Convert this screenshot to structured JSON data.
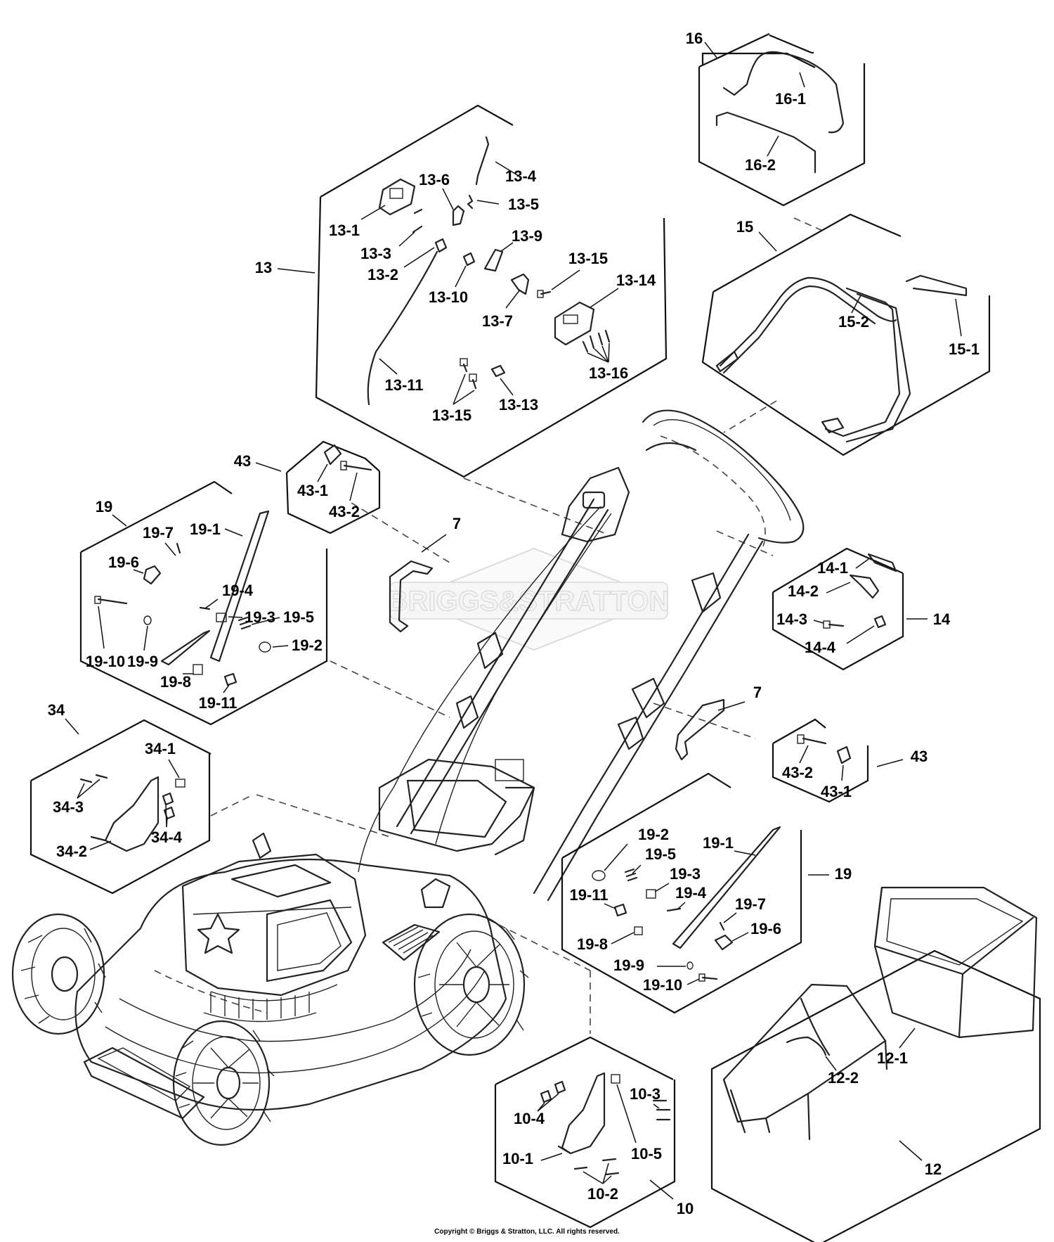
{
  "watermark": "BRIGGS&STRATTON",
  "copyright": "Copyright © Briggs & Stratton, LLC. All rights reserved.",
  "callouts": {
    "c16": "16",
    "c16_1": "16-1",
    "c16_2": "16-2",
    "c15": "15",
    "c15_1": "15-1",
    "c15_2": "15-2",
    "c13": "13",
    "c13_1": "13-1",
    "c13_2": "13-2",
    "c13_3": "13-3",
    "c13_4": "13-4",
    "c13_5": "13-5",
    "c13_6": "13-6",
    "c13_7": "13-7",
    "c13_9": "13-9",
    "c13_10": "13-10",
    "c13_11": "13-11",
    "c13_13": "13-13",
    "c13_14": "13-14",
    "c13_15a": "13-15",
    "c13_15b": "13-15",
    "c13_16": "13-16",
    "c43a": "43",
    "c43_1a": "43-1",
    "c43_2a": "43-2",
    "c43b": "43",
    "c43_1b": "43-1",
    "c43_2b": "43-2",
    "c7a": "7",
    "c7b": "7",
    "c19a": "19",
    "c19_1a": "19-1",
    "c19_2a": "19-2",
    "c19_3a": "19-3",
    "c19_4a": "19-4",
    "c19_5a": "19-5",
    "c19_6a": "19-6",
    "c19_7a": "19-7",
    "c19_8a": "19-8",
    "c19_9a": "19-9",
    "c19_10a": "19-10",
    "c19_11a": "19-11",
    "c19b": "19",
    "c19_1b": "19-1",
    "c19_2b": "19-2",
    "c19_3b": "19-3",
    "c19_4b": "19-4",
    "c19_5b": "19-5",
    "c19_6b": "19-6",
    "c19_7b": "19-7",
    "c19_8b": "19-8",
    "c19_9b": "19-9",
    "c19_10b": "19-10",
    "c19_11b": "19-11",
    "c14": "14",
    "c14_1": "14-1",
    "c14_2": "14-2",
    "c14_3": "14-3",
    "c14_4": "14-4",
    "c34": "34",
    "c34_1": "34-1",
    "c34_2": "34-2",
    "c34_3": "34-3",
    "c34_4": "34-4",
    "c12": "12",
    "c12_1": "12-1",
    "c12_2": "12-2",
    "c10": "10",
    "c10_1": "10-1",
    "c10_2": "10-2",
    "c10_3": "10-3",
    "c10_4": "10-4",
    "c10_5": "10-5"
  }
}
